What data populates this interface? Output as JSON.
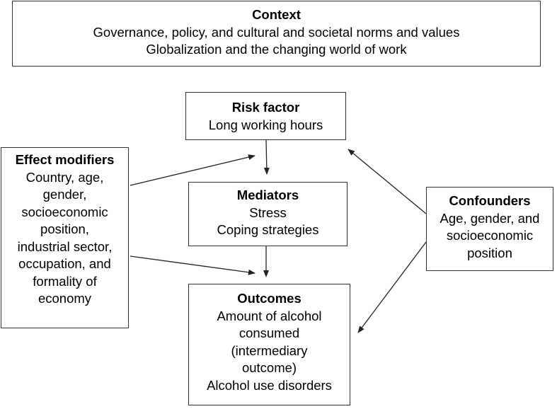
{
  "context": {
    "title": "Context",
    "lines": [
      "Governance, policy, and cultural and societal norms and values",
      "Globalization and the changing world of work"
    ]
  },
  "risk_factor": {
    "title": "Risk factor",
    "lines": [
      "Long working hours"
    ]
  },
  "mediators": {
    "title": "Mediators",
    "lines": [
      "Stress",
      "Coping strategies"
    ]
  },
  "outcomes": {
    "title": "Outcomes",
    "lines": [
      "Amount of alcohol",
      "consumed",
      "(intermediary",
      "outcome)",
      "Alcohol use disorders"
    ]
  },
  "effect_modifiers": {
    "title": "Effect modifiers",
    "lines": [
      "Country, age,",
      "gender,",
      "socioeconomic",
      "position,",
      "industrial sector,",
      "occupation, and",
      "formality of",
      "economy"
    ]
  },
  "confounders": {
    "title": "Confounders",
    "lines": [
      "Age, gender, and",
      "socioeconomic",
      "position"
    ]
  },
  "colors": {
    "border": "#333333",
    "arrow": "#222222",
    "text": "#000000"
  }
}
